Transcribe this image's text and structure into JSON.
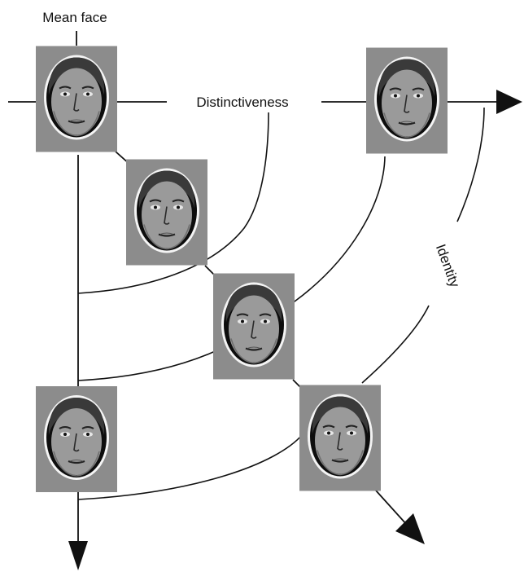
{
  "labels": {
    "mean_face": "Mean face",
    "distinctiveness": "Distinctiveness",
    "identity": "Identity"
  },
  "colors": {
    "line": "#111111",
    "card": "#8c8c8c",
    "head_outline": "#0d0d0d",
    "face": "#9a9a9a",
    "hair": "#3a3a3a",
    "halo": "#f4f4f4"
  },
  "faces": [
    {
      "id": "mean",
      "description_icon": "face-icon"
    },
    {
      "id": "distinct-1",
      "description_icon": "face-icon"
    },
    {
      "id": "distinct-2",
      "description_icon": "face-icon"
    },
    {
      "id": "distinct-3",
      "description_icon": "face-icon"
    },
    {
      "id": "identity-top",
      "description_icon": "face-icon"
    },
    {
      "id": "identity-bottom-left",
      "description_icon": "face-icon"
    }
  ]
}
